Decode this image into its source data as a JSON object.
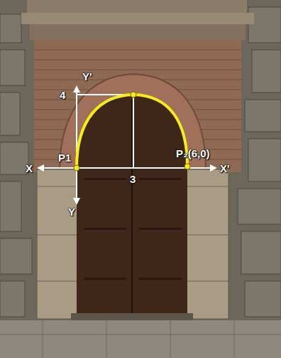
{
  "diagram": {
    "labels": [
      "Y'",
      "4",
      "X",
      "P1",
      "3",
      "P₂(6,0)",
      "X'",
      "Y"
    ]
  }
}
